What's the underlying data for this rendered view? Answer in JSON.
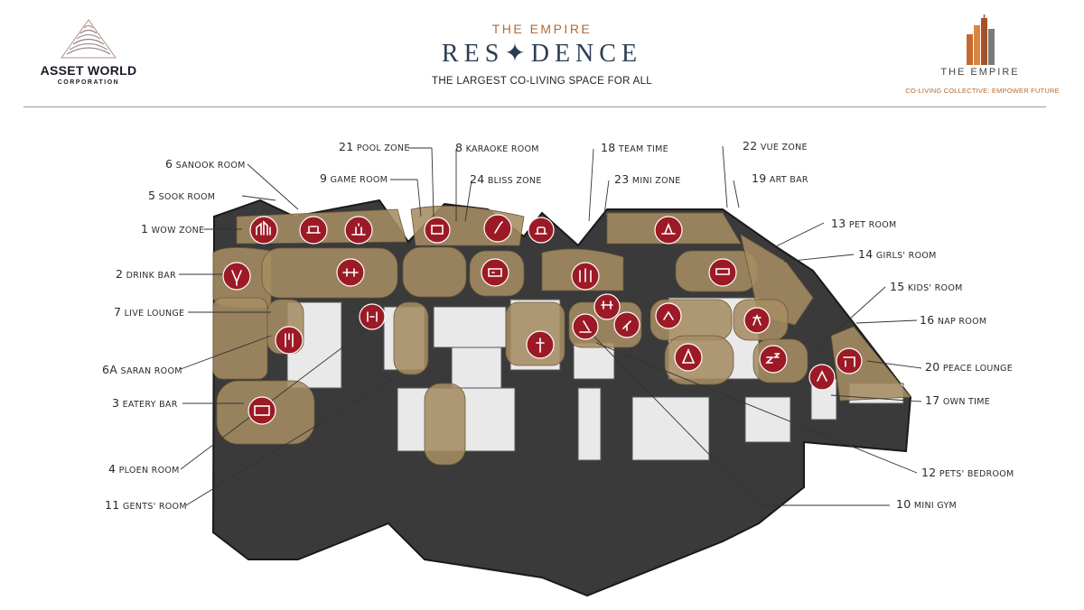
{
  "header": {
    "left_logo": {
      "name": "ASSET WORLD",
      "sub": "CORPORATION"
    },
    "title_top": "THE EMPIRE",
    "title_main": "RES✦DENCE",
    "subtitle": "THE LARGEST CO-LIVING SPACE FOR ALL",
    "right_logo": {
      "name": "THE EMPIRE",
      "tagline": "CO-LIVING COLLECTIVE: EMPOWER FUTURE"
    }
  },
  "colors": {
    "floor_dark": "#3a3a3a",
    "zone_gold": "#a58c62",
    "icon_red": "#9c1a26",
    "brand_copper": "#b26a32",
    "brand_navy": "#2c3e55"
  },
  "map": {
    "labels": [
      {
        "id": "6",
        "text": "SANOOK ROOM"
      },
      {
        "id": "5",
        "text": "SOOK ROOM"
      },
      {
        "id": "1",
        "text": "WOW ZONE"
      },
      {
        "id": "2",
        "text": "DRINK BAR"
      },
      {
        "id": "7",
        "text": "LIVE LOUNGE"
      },
      {
        "id": "6A",
        "text": "SARAN ROOM"
      },
      {
        "id": "3",
        "text": "EATERY BAR"
      },
      {
        "id": "4",
        "text": "PLOEN ROOM"
      },
      {
        "id": "11",
        "text": "GENTS' ROOM"
      },
      {
        "id": "21",
        "text": "POOL ZONE"
      },
      {
        "id": "9",
        "text": "GAME ROOM"
      },
      {
        "id": "8",
        "text": "KARAOKE ROOM"
      },
      {
        "id": "24",
        "text": "BLISS ZONE"
      },
      {
        "id": "18",
        "text": "TEAM TIME"
      },
      {
        "id": "23",
        "text": "MINI ZONE"
      },
      {
        "id": "22",
        "text": "VUE ZONE"
      },
      {
        "id": "19",
        "text": "ART BAR"
      },
      {
        "id": "13",
        "text": "PET ROOM"
      },
      {
        "id": "14",
        "text": "GIRLS' ROOM"
      },
      {
        "id": "15",
        "text": "KIDS' ROOM"
      },
      {
        "id": "16",
        "text": "NAP ROOM"
      },
      {
        "id": "20",
        "text": "PEACE LOUNGE"
      },
      {
        "id": "17",
        "text": "OWN TIME"
      },
      {
        "id": "12",
        "text": "PETS' BEDROOM"
      },
      {
        "id": "10",
        "text": "MINI GYM"
      }
    ],
    "icons": [
      "skyline-icon",
      "sofa-dining-icon",
      "people-table-icon",
      "tv-screen-icon",
      "microphone-icon",
      "game-table-icon",
      "art-icon",
      "drinks-icon",
      "billiards-icon",
      "gamepad-icon",
      "team-icon",
      "lounge-chair-icon",
      "pool-table-icon",
      "dining-icon",
      "gents-icon",
      "cutlery-icon",
      "screen-icon",
      "person-icon",
      "yoga-icon",
      "weights-icon",
      "treadmill-icon",
      "pet-icon",
      "pet-bed-icon",
      "dress-icon",
      "kids-icon",
      "sleep-icon",
      "peace-chair-icon",
      "stretch-icon"
    ]
  }
}
